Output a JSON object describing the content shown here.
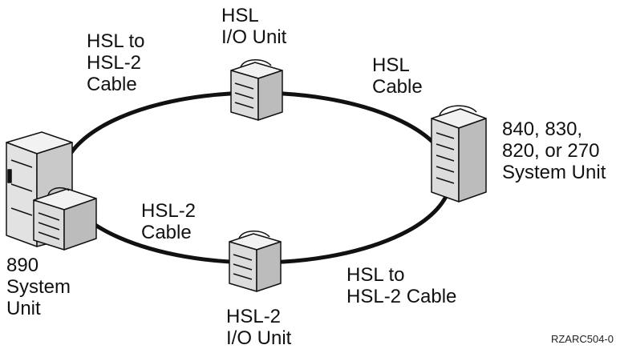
{
  "labels": {
    "hsl_to_hsl2_cable_top": [
      "HSL to",
      "HSL-2",
      "Cable"
    ],
    "hsl_io_unit": [
      "HSL",
      "I/O Unit"
    ],
    "hsl_cable": [
      "HSL",
      "Cable"
    ],
    "system_unit_840": [
      "840, 830,",
      "820, or 270",
      "System Unit"
    ],
    "hsl2_cable": [
      "HSL-2",
      "Cable"
    ],
    "system_unit_890": [
      "890",
      "System",
      "Unit"
    ],
    "hsl2_io_unit": [
      "HSL-2",
      "I/O Unit"
    ],
    "hsl_to_hsl2_cable_bottom": [
      "HSL to",
      "HSL-2 Cable"
    ]
  },
  "figure_code": "RZARC504-0",
  "colors": {
    "ink": "#111111",
    "paper": "#ffffff",
    "shade": "#d8d8d8",
    "dark": "#9a9a9a"
  }
}
